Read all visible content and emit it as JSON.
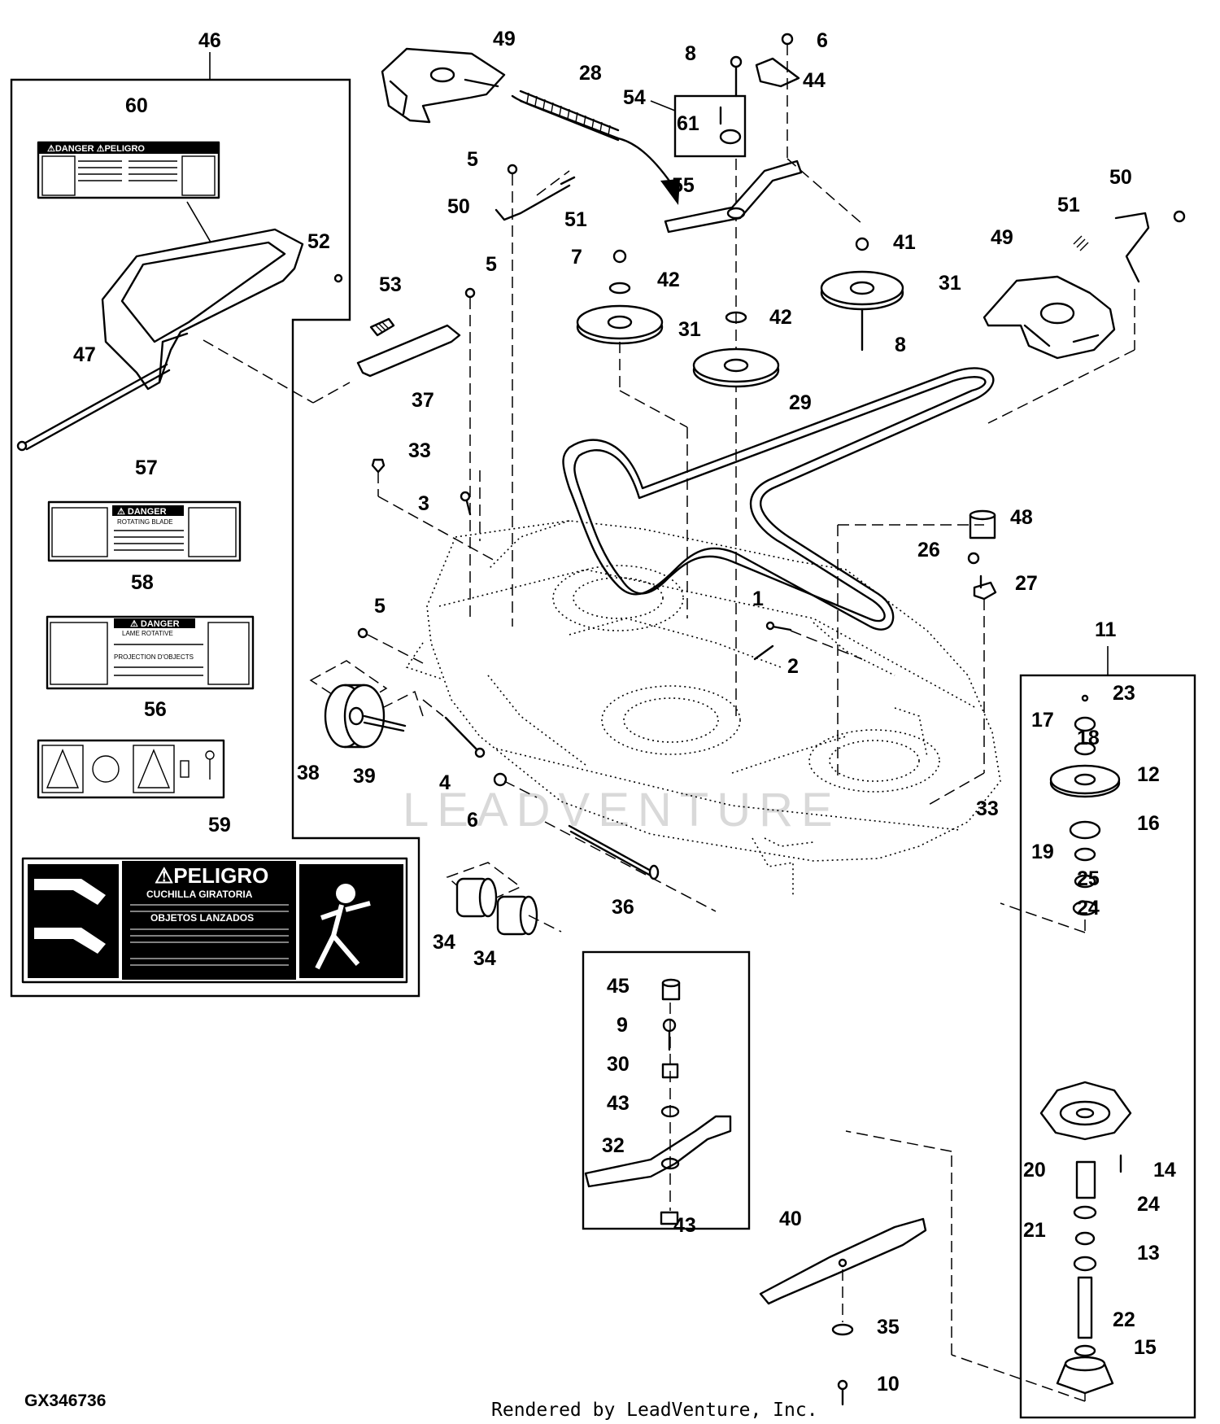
{
  "figure_id": "GX346736",
  "footer": "Rendered by LeadVenture, Inc.",
  "watermark": "LEADVENTURE",
  "callouts": [
    "46",
    "49",
    "28",
    "8",
    "6",
    "44",
    "54",
    "61",
    "60",
    "5",
    "50",
    "51",
    "55",
    "52",
    "53",
    "7",
    "42",
    "31",
    "41",
    "49",
    "50",
    "51",
    "5",
    "47",
    "37",
    "42",
    "31",
    "8",
    "29",
    "33",
    "57",
    "3",
    "48",
    "26",
    "27",
    "58",
    "5",
    "1",
    "2",
    "11",
    "23",
    "17",
    "18",
    "12",
    "16",
    "19",
    "25",
    "24",
    "56",
    "38",
    "39",
    "4",
    "6",
    "33",
    "59",
    "36",
    "34",
    "34",
    "45",
    "9",
    "30",
    "43",
    "32",
    "43",
    "40",
    "35",
    "10",
    "20",
    "14",
    "24",
    "21",
    "13",
    "22",
    "15"
  ],
  "decals": {
    "d60": {
      "header": "⚠DANGER ⚠PELIGRO"
    },
    "d57": {
      "header": "⚠ DANGER",
      "sub": "ROTATING BLADE"
    },
    "d58": {
      "header": "⚠ DANGER",
      "sub1": "LAME ROTATIVE",
      "sub2": "PROJECTION D'OBJECTS"
    },
    "d59": {
      "header": "⚠PELIGRO",
      "line1": "CUCHILLA GIRATORIA",
      "line2": "OBJETOS LANZADOS"
    }
  }
}
